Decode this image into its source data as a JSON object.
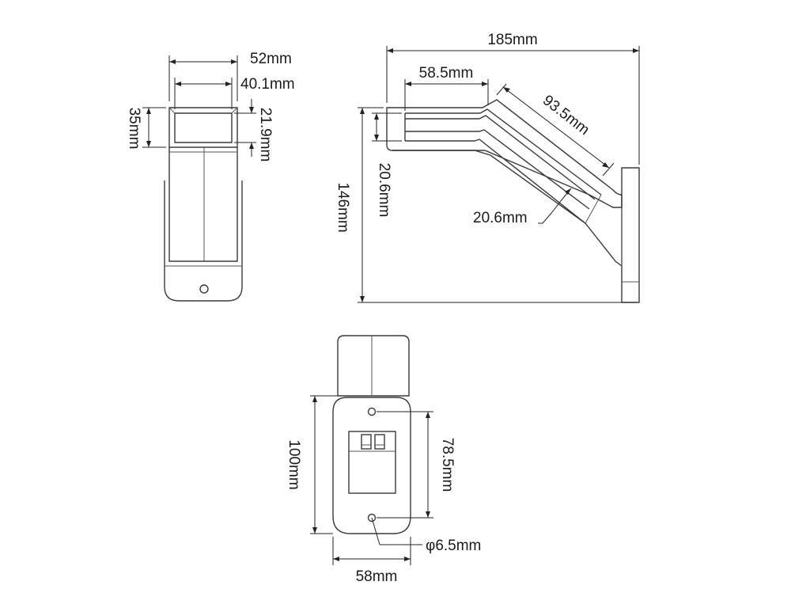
{
  "dimensions": {
    "front_width": "52mm",
    "front_lens_width": "40.1mm",
    "front_height": "35mm",
    "front_lens_height": "21.9mm",
    "side_total_width": "185mm",
    "side_straight_length": "58.5mm",
    "side_angled_length": "93.5mm",
    "side_lens_height_left": "20.6mm",
    "side_lens_height_right": "20.6mm",
    "side_total_height": "146mm",
    "base_height": "100mm",
    "base_hole_spacing": "78.5mm",
    "base_hole_diameter": "φ6.5mm",
    "base_width": "58mm"
  },
  "colors": {
    "line": "#3a3a3a",
    "text": "#1a1a1a",
    "background": "#ffffff"
  }
}
